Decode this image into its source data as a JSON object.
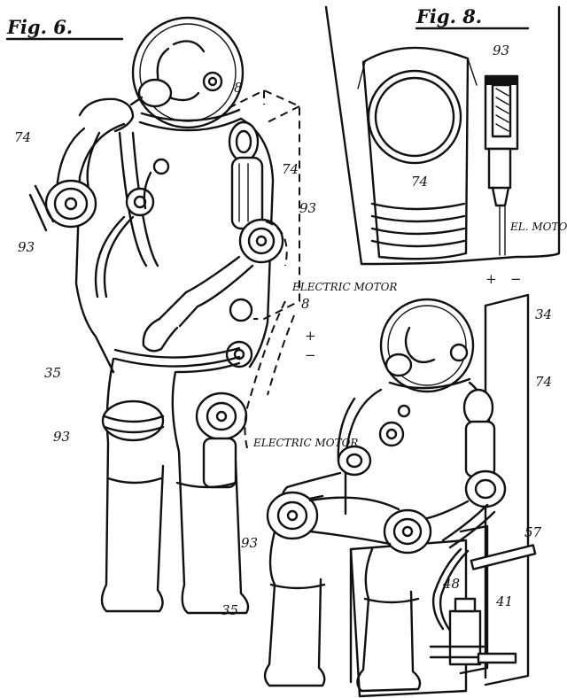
{
  "figures": {
    "fig6": {
      "title": "Fig. 6."
    },
    "fig8": {
      "title": "Fig. 8."
    }
  },
  "labels": {
    "n8_fig6": "8",
    "n74_left": "74",
    "n74_right": "74",
    "n93_left": "93",
    "n93_right": "93",
    "n93_knee": "93",
    "electric_motor_top": "ELECTRIC MOTOR",
    "n8_arrow": "8",
    "plus_fig6": "+",
    "minus_fig6": "−",
    "n35_fig6": "35",
    "electric_motor_knee": "ELECTRIC MOTOR",
    "n93_fig8": "93",
    "n74_fig8": "74",
    "el_motor_fig8": "EL. MOTOR",
    "plus_fig8": "+",
    "minus_fig8": "−",
    "n34": "34",
    "n74_seated": "74",
    "n93_seated": "93",
    "n57": "57",
    "n48": "48",
    "n41": "41",
    "n35_seated": "35"
  }
}
